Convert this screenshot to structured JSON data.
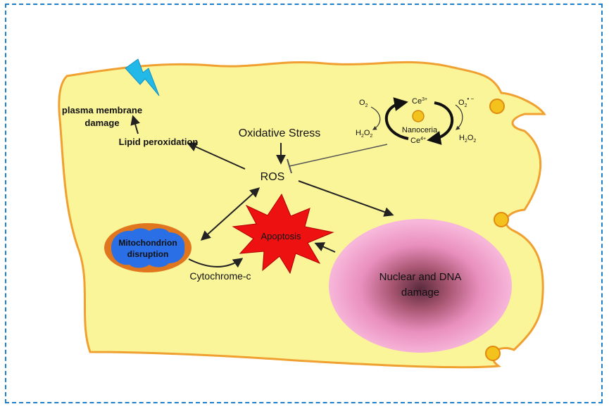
{
  "labels": {
    "plasma_membrane_line1": "plasma membrane",
    "plasma_membrane_line2": "damage",
    "lipid_peroxidation": "Lipid peroxidation",
    "oxidative_stress": "Oxidative Stress",
    "ros": "ROS",
    "mitochondrion_line1": "Mitochondrion",
    "mitochondrion_line2": "disruption",
    "apoptosis": "Apoptosis",
    "cytochrome_c": "Cytochrome-c",
    "nuclear_line1": "Nuclear and DNA",
    "nuclear_line2": "damage",
    "nanoceria": "Nanoceria"
  },
  "cycle": {
    "ce3_base": "Ce",
    "ce3_sup": "3+",
    "ce4_base": "Ce",
    "ce4_sup": "4+",
    "left_o2_base": "O",
    "left_o2_sub": "2",
    "left_h2o2_base1": "H",
    "left_h2o2_sub1": "2",
    "left_h2o2_base2": "O",
    "left_h2o2_sub2": "2",
    "right_o2_base": "O",
    "right_o2_sub": "2",
    "right_o2_sup": "• −",
    "right_h2o2_base1": "H",
    "right_h2o2_sub1": "2",
    "right_h2o2_base2": "O",
    "right_h2o2_sub2": "2"
  },
  "colors": {
    "cell_fill": "#fbf59a",
    "cell_stroke": "#f0a030",
    "frame": "#1e7ec8",
    "lightning": "#22b8e8",
    "apoptosis": "#ee1111",
    "mito_outer": "#e0761e",
    "mito_inner": "#2a6fe6",
    "nucleus_edge": "#f7b7da",
    "nucleus_center": "#5a2a3c",
    "particle": "#f4c21c"
  }
}
